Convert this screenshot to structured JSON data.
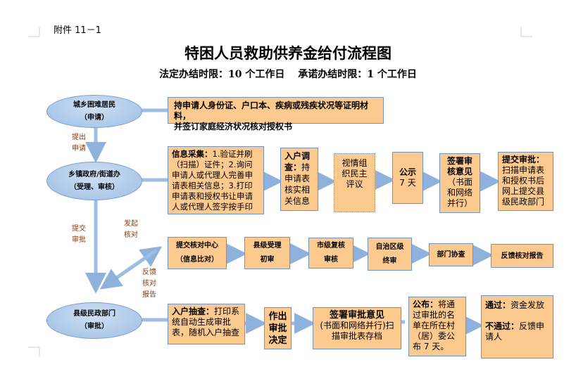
{
  "header": {
    "attachment": "附件 11－1",
    "title": "特困人员救助供养金给付流程图",
    "subtitle": "法定办结时限：10 个工作日　 承诺办结时限：1 个工作日"
  },
  "nodes": {
    "resident": {
      "name": "城乡困难居民",
      "role": "（申请）"
    },
    "township": {
      "name": "乡镇政府/街道办",
      "role": "（受理、审核）"
    },
    "county": {
      "name": "县级民政部门",
      "role": "（审批）"
    }
  },
  "row1": {
    "text1": "持申请人身份证、户口本、疾病或残疾状况等证明材料，",
    "text2": "并签订家庭经济状况核对授权书"
  },
  "row2": [
    {
      "title": "信息采集：",
      "body": "1.验证并刷（扫描）证件；2.询问申请人或代理人完善申请表相关信息；3.打印申请表和授权书让申请人或代理人签字按手印"
    },
    {
      "title": "入户调查：",
      "body": "持申请表核实相关信息"
    },
    {
      "title": "",
      "body": "视情组织民主评议"
    },
    {
      "title": "公示",
      "body": "7 天"
    },
    {
      "title": "签署审核意见",
      "body": "（书面和网络并行）"
    },
    {
      "title": "提交审批：",
      "body": "扫描申请表和授权书后网上提交县级民政部门"
    }
  ],
  "row3": [
    {
      "line1": "提交核对中心",
      "line2": "（信息比对）"
    },
    {
      "line1": "县级受理",
      "line2": "初审"
    },
    {
      "line1": "市级复核",
      "line2": "审核"
    },
    {
      "line1": "自治区级",
      "line2": "终审"
    },
    {
      "line1": "部门协查",
      "line2": ""
    },
    {
      "line1": "反馈核对报告",
      "line2": ""
    }
  ],
  "row4": [
    {
      "title": "入户抽查：",
      "body": "打印系统自动生成审批表，随机入户抽查"
    },
    {
      "title": "作出审批决定",
      "body": ""
    },
    {
      "title": "签署审批意见",
      "body": "(书面和网络并行)扫描审批表存档"
    },
    {
      "title": "公布：",
      "body": "将通过审批的名单在所在村（居）委公布 7 天。"
    },
    {
      "pass_title": "通过：",
      "pass_body": "资金发放",
      "fail_title": "不通过：",
      "fail_body": "反馈申请人"
    }
  ],
  "labels": {
    "submit_apply": "提出 申请",
    "submit_approve": "提交 审批",
    "start_check": "发起 核对",
    "feedback": "反馈 核对 报告"
  },
  "colors": {
    "box": "#fcc98f",
    "border": "#6f93c4",
    "arrow": "#9dbde4",
    "label": "#8a3a10"
  }
}
